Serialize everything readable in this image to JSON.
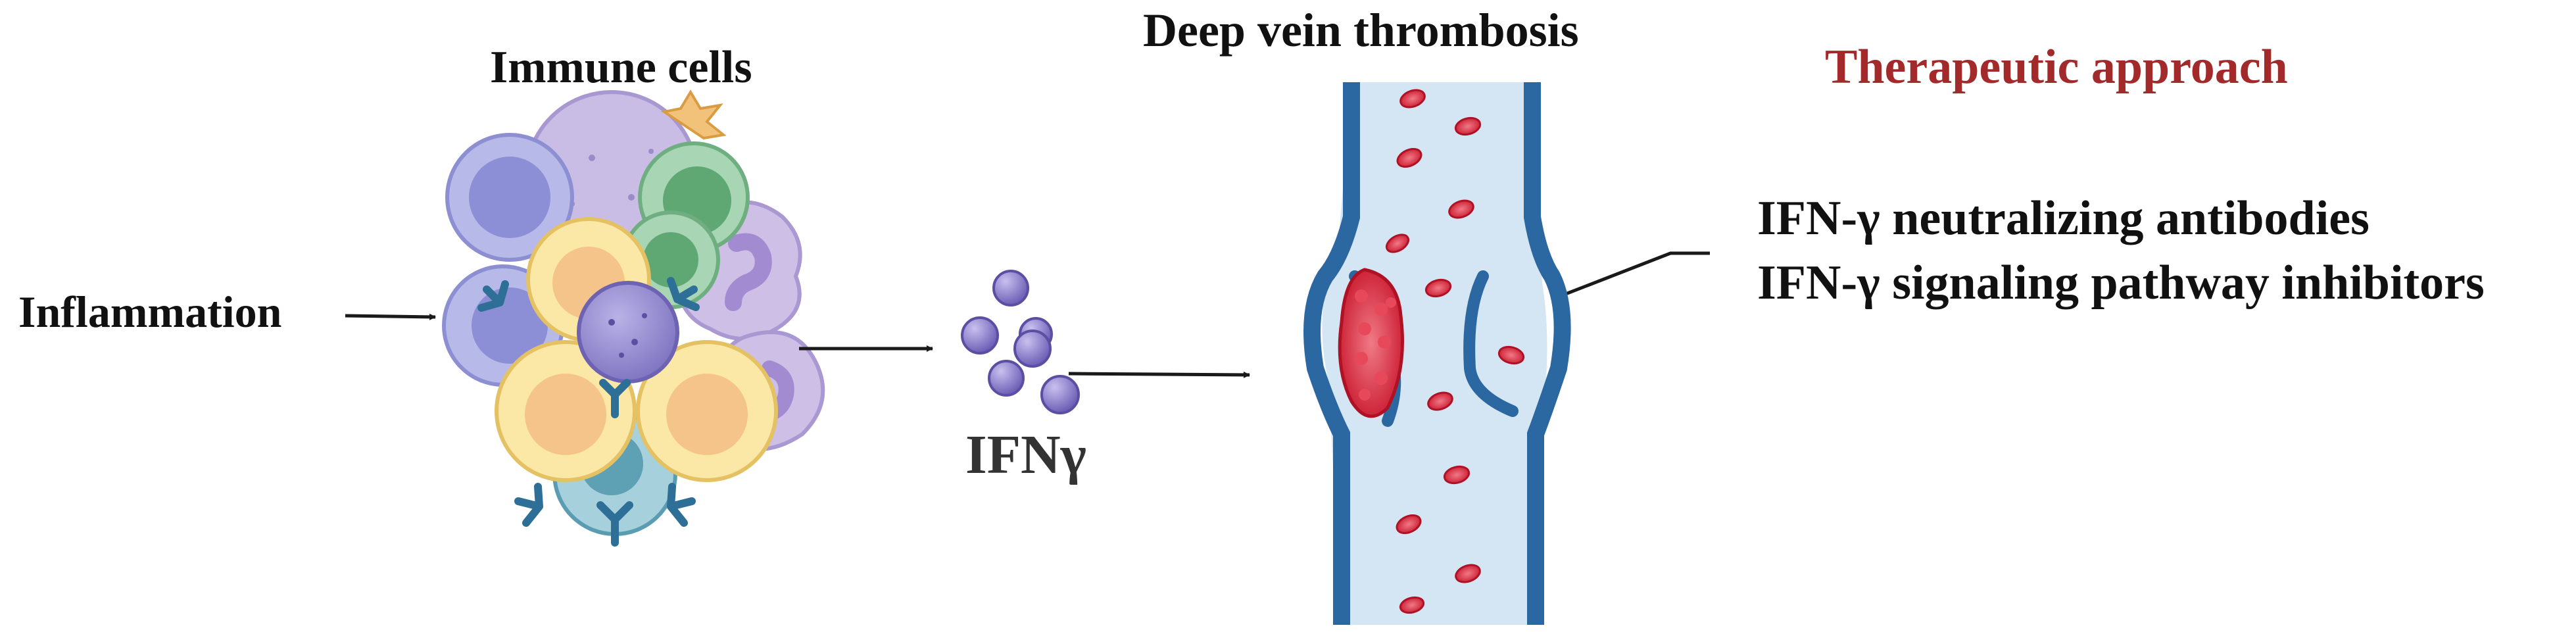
{
  "labels": {
    "immune_cells": "Immune cells",
    "deep_vein_thrombosis": "Deep vein thrombosis",
    "therapeutic_approach": "Therapeutic approach",
    "inflammation": "Inflammation",
    "ifn_gamma": "IFNγ"
  },
  "therapies": [
    "IFN-γ neutralizing antibodies",
    "IFN-γ signaling pathway inhibitors"
  ],
  "colors": {
    "therapy_title": "#a32a2b",
    "vein_wall": "#2b67a0",
    "vein_lumen": "#d4e5f3",
    "red_blood_cell": "#d11f2e",
    "ifn_molecule": "#8b7ec8"
  }
}
